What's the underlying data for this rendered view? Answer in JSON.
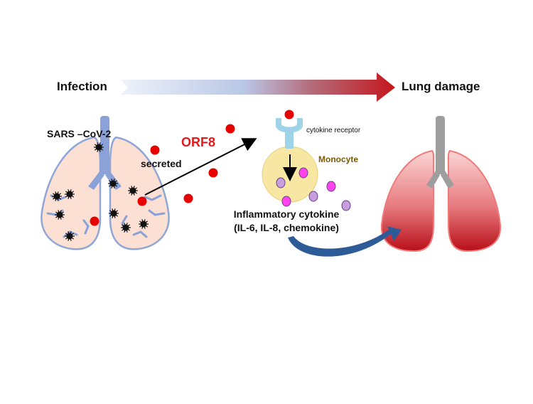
{
  "labels": {
    "infection": "Infection",
    "lung_damage": "Lung damage",
    "virus": "SARS –CoV-2",
    "orf8": "ORF8",
    "secreted": "secreted",
    "cytokine_receptor": "cytokine receptor",
    "monocyte": "Monocyte",
    "inflammatory_line1": "Inflammatory cytokine",
    "inflammatory_line2": "(IL-6, IL-8, chemokine)"
  },
  "colors": {
    "orf8_red": "#e41a1c",
    "protein_dot": "#e60000",
    "virus_black": "#111111",
    "lung_fill": "#fbe0d3",
    "lung_outline": "#8fa6d6",
    "airway_blue": "#8aa2d8",
    "damaged_lung": "#c4161c",
    "damaged_lung_light": "#f4b0b0",
    "airway_gray": "#9e9e9e",
    "monocyte_fill": "#f7e7a3",
    "monocyte_text": "#7a5a00",
    "receptor": "#9fd3e8",
    "cytokine_magenta": "#ff44ee",
    "cytokine_purple": "#c79fdc",
    "curve_arrow": "#2d5b97",
    "gradient_start": "#e8eef8",
    "gradient_end": "#c4161c"
  },
  "icons": {
    "virus_particle": "virus-icon",
    "orf8_protein": "protein-dot-icon",
    "cytokine": "cytokine-dot-icon"
  }
}
